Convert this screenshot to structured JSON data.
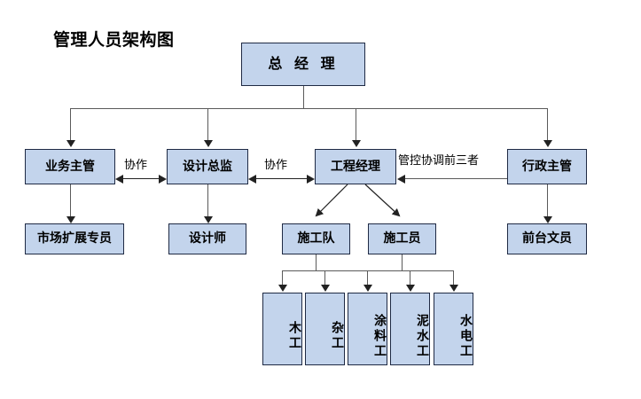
{
  "title": "管理人员架构图",
  "colors": {
    "box_fill": "#c3d4ec",
    "box_border": "#1f2a44",
    "connector": "#5a5a5a",
    "arrow": "#222222",
    "background": "#ffffff",
    "text": "#000000"
  },
  "nodes": {
    "root": {
      "label": "总 经 理"
    },
    "level2": [
      {
        "id": "business-supervisor",
        "label": "业务主管"
      },
      {
        "id": "design-director",
        "label": "设计总监"
      },
      {
        "id": "project-manager",
        "label": "工程经理"
      },
      {
        "id": "admin-supervisor",
        "label": "行政主管"
      }
    ],
    "level3": [
      {
        "id": "market-expansion-specialist",
        "label": "市场扩展专员"
      },
      {
        "id": "designer",
        "label": "设计师"
      },
      {
        "id": "construction-team",
        "label": "施工队"
      },
      {
        "id": "construction-worker",
        "label": "施工员"
      },
      {
        "id": "front-desk-clerk",
        "label": "前台文员"
      }
    ],
    "trades": [
      {
        "id": "carpenter",
        "label": "木工"
      },
      {
        "id": "odd-job-worker",
        "label": "杂工"
      },
      {
        "id": "painter",
        "label": "涂料工"
      },
      {
        "id": "mason",
        "label": "泥水工"
      },
      {
        "id": "electrician-plumber",
        "label": "水电工"
      }
    ]
  },
  "edge_labels": {
    "collab_1": "协作",
    "collab_2": "协作",
    "control_coordinate": "管控协调前三者"
  }
}
